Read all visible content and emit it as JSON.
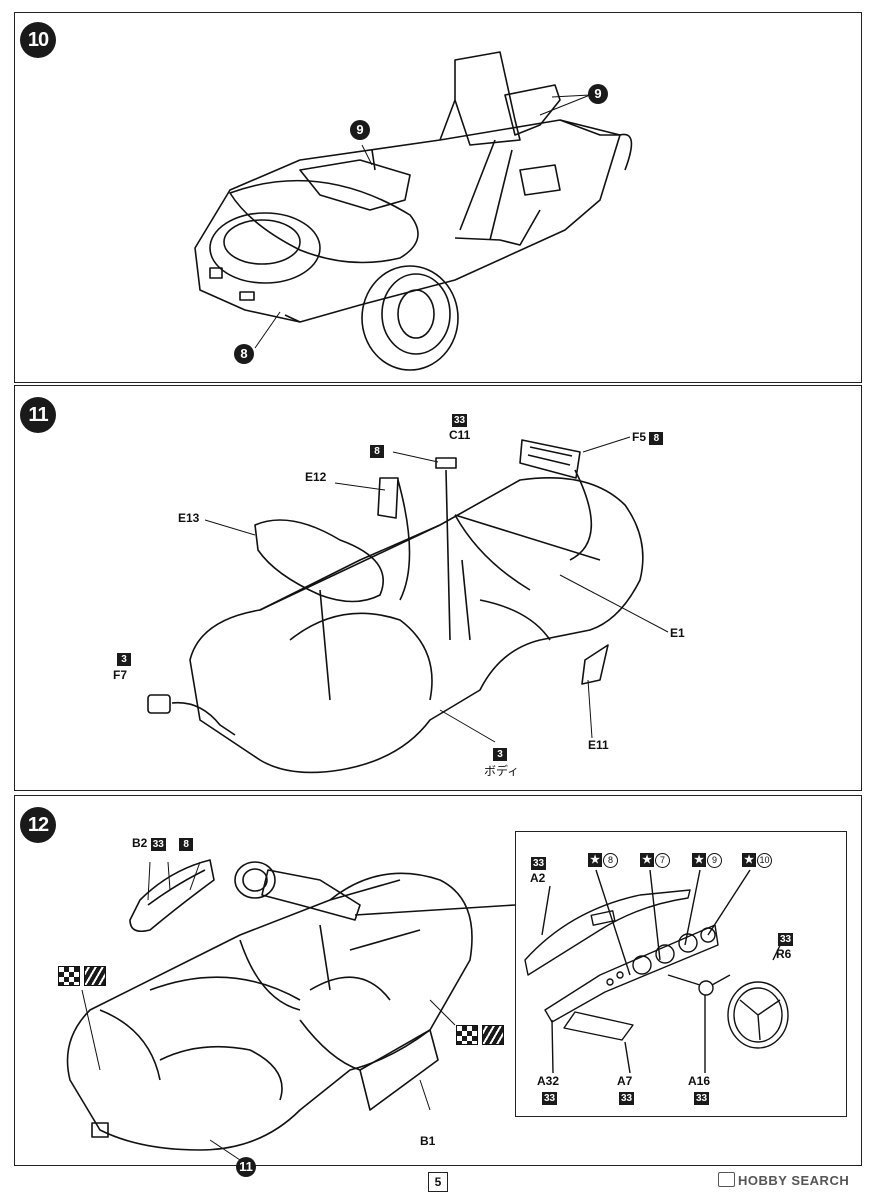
{
  "steps": {
    "s10": {
      "number": "10",
      "labels": {
        "seat_left": "9",
        "seat_right": "9",
        "floor": "8"
      }
    },
    "s11": {
      "number": "11",
      "labels": {
        "c11_code": "33",
        "c11": "C11",
        "f5": "F5",
        "f5_code": "8",
        "e12_code": "8",
        "e12": "E12",
        "e13": "E13",
        "f7_code": "3",
        "f7": "F7",
        "e1": "E1",
        "e11": "E11",
        "body_code": "3",
        "body": "ボディ"
      }
    },
    "s12": {
      "number": "12",
      "labels": {
        "b2": "B2",
        "b2_code1": "33",
        "b2_code2": "8",
        "b1": "B1",
        "ref11": "11"
      },
      "inset": {
        "a2_code": "33",
        "a2": "A2",
        "gauges": [
          {
            "star": "★",
            "num": "8"
          },
          {
            "star": "★",
            "num": "7"
          },
          {
            "star": "★",
            "num": "9"
          },
          {
            "star": "★",
            "num": "10"
          }
        ],
        "r6_code": "33",
        "r6": "R6",
        "a32": "A32",
        "a32_code": "33",
        "a7": "A7",
        "a7_code": "33",
        "a16": "A16",
        "a16_code": "33"
      }
    }
  },
  "page_number": "5",
  "watermark": "HOBBY SEARCH",
  "icons": [
    "checker-decal-icon",
    "stripe-decal-icon"
  ]
}
